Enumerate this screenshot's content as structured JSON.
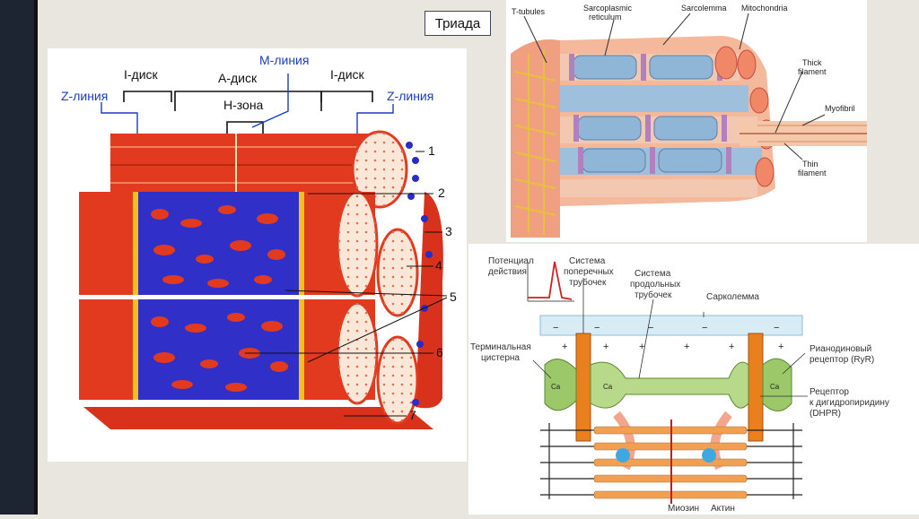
{
  "badge": "Триада",
  "fig1": {
    "labels": {
      "i_disk_left": "I-диск",
      "a_disk": "А-диск",
      "i_disk_right": "I-диск",
      "m_line": "М-линия",
      "h_zone": "Н-зона",
      "z_line_left": "Z-линия",
      "z_line_right": "Z-линия"
    },
    "numbers": [
      "1",
      "2",
      "3",
      "4",
      "5",
      "6",
      "7"
    ]
  },
  "fig2": {
    "labels": {
      "t_tubules": "T-tubules",
      "sr_line1": "Sarcoplasmic",
      "sr_line2": "reticulum",
      "sarcolemma": "Sarcolemma",
      "mitochondria": "Mitochondria",
      "thick1": "Thick",
      "thick2": "filament",
      "myofibril": "Myofibril",
      "thin1": "Thin",
      "thin2": "filament"
    }
  },
  "fig3": {
    "labels": {
      "ap1": "Потенциал",
      "ap2": "действия",
      "tt1": "Система",
      "tt2": "поперечных",
      "tt3": "трубочек",
      "lt1": "Система",
      "lt2": "продольных",
      "lt3": "трубочек",
      "sarcolemma": "Сарколемма",
      "tc1": "Терминальная",
      "tc2": "цистерна",
      "ryr1": "Рианодиновый",
      "ryr2": "рецептор (RyR)",
      "dhpr1": "Рецептор",
      "dhpr2": "к дигидропиридину",
      "dhpr3": "(DHPR)",
      "myosin": "Миозин",
      "actin": "Актин",
      "ca": "Ca",
      "plus": "+",
      "minus": "−"
    }
  },
  "colors": {
    "muscle_red": "#e23a1f",
    "reticulum_blue": "#2b2bc8",
    "z_yellow": "#f2c21a",
    "label_blue": "#1a3fc0",
    "tubule_orange": "#e8801e",
    "cistern_green": "#9cc86a"
  }
}
